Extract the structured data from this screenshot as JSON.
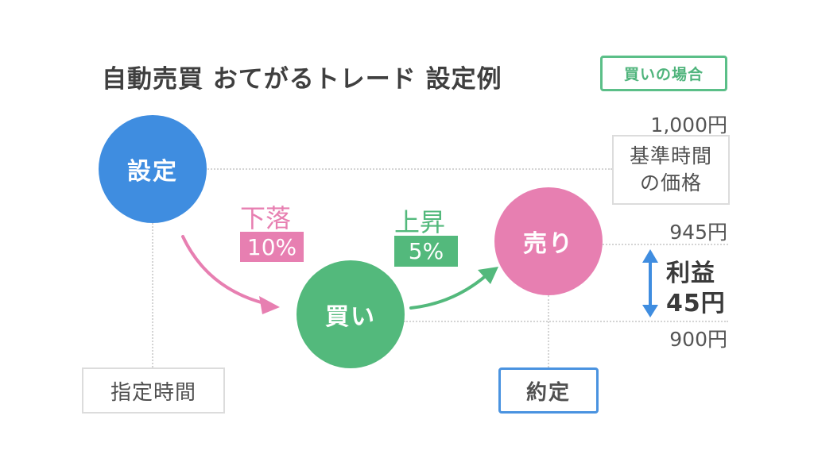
{
  "title": "自動売買 おてがるトレード 設定例",
  "badge": "買いの場合",
  "nodes": {
    "setting": "設定",
    "buy": "買い",
    "sell": "売り"
  },
  "moves": {
    "down": {
      "label": "下落",
      "percent": "10%"
    },
    "up": {
      "label": "上昇",
      "percent": "5%"
    }
  },
  "boxes": {
    "specified_time": "指定時間",
    "execution": "約定",
    "base_price_line1": "基準時間",
    "base_price_line2": "の価格"
  },
  "prices": {
    "base": "1,000円",
    "sell": "945円",
    "buy": "900円"
  },
  "profit": {
    "label": "利益",
    "amount": "45円"
  },
  "colors": {
    "setting": "#3f8de0",
    "buy": "#53b97c",
    "sell": "#e77fb1",
    "badge": "#5bbf88",
    "profit_arrow": "#3f8de0",
    "execution_border": "#4a93e0"
  },
  "icons": {
    "down_arrow": "curved-arrow-down-right",
    "up_arrow": "curved-arrow-up-right",
    "profit_arrow": "double-vertical-arrow"
  }
}
